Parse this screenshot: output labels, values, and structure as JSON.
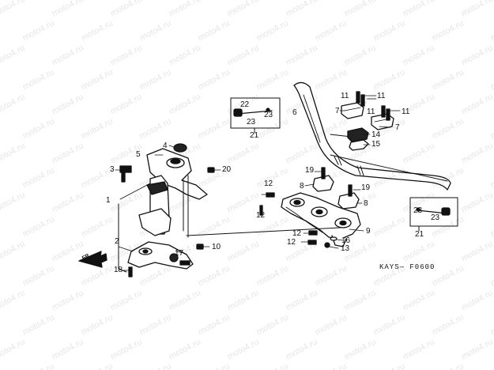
{
  "watermark": "moto4.ru",
  "diagram_code": "KAYS— F0600",
  "front_label": "FR",
  "part_labels": {
    "p1": "1",
    "p2": "2",
    "p3": "3",
    "p4": "4",
    "p5": "5",
    "p6": "6",
    "p7a": "7",
    "p7b": "7",
    "p8a": "8",
    "p8b": "8",
    "p9": "9",
    "p10": "10",
    "p11a": "11",
    "p11b": "11",
    "p11c": "11",
    "p11d": "11",
    "p12a": "12",
    "p12b": "12",
    "p12c": "12",
    "p12d": "12",
    "p13": "13",
    "p14": "14",
    "p15": "15",
    "p16": "16",
    "p17": "17",
    "p18": "18",
    "p19a": "19",
    "p19b": "19",
    "p20": "20",
    "p21a": "21",
    "p21b": "21",
    "p22": "22",
    "p23a": "23",
    "p23b": "23",
    "p23c": "23",
    "p23d": "23"
  }
}
